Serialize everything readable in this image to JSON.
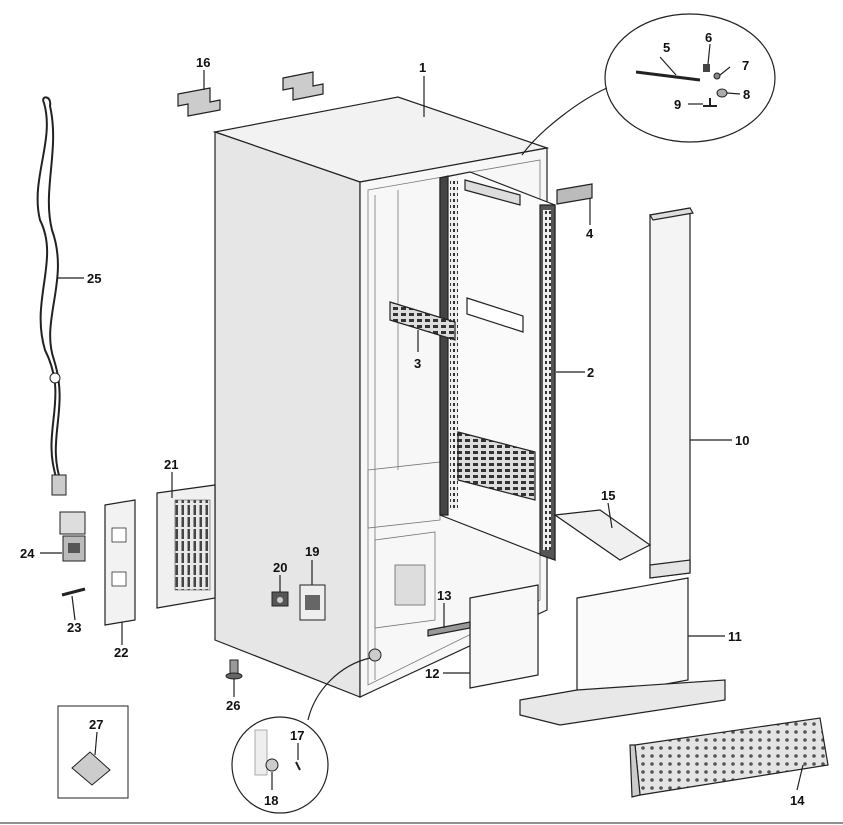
{
  "diagram": {
    "callouts": [
      {
        "id": "1",
        "label": "1"
      },
      {
        "id": "2",
        "label": "2"
      },
      {
        "id": "3",
        "label": "3"
      },
      {
        "id": "4",
        "label": "4"
      },
      {
        "id": "5",
        "label": "5"
      },
      {
        "id": "6",
        "label": "6"
      },
      {
        "id": "7",
        "label": "7"
      },
      {
        "id": "8",
        "label": "8"
      },
      {
        "id": "9",
        "label": "9"
      },
      {
        "id": "10",
        "label": "10"
      },
      {
        "id": "11",
        "label": "11"
      },
      {
        "id": "12",
        "label": "12"
      },
      {
        "id": "13",
        "label": "13"
      },
      {
        "id": "14",
        "label": "14"
      },
      {
        "id": "15",
        "label": "15"
      },
      {
        "id": "16",
        "label": "16"
      },
      {
        "id": "17",
        "label": "17"
      },
      {
        "id": "18",
        "label": "18"
      },
      {
        "id": "19",
        "label": "19"
      },
      {
        "id": "20",
        "label": "20"
      },
      {
        "id": "21",
        "label": "21"
      },
      {
        "id": "22",
        "label": "22"
      },
      {
        "id": "23",
        "label": "23"
      },
      {
        "id": "24",
        "label": "24"
      },
      {
        "id": "25",
        "label": "25"
      },
      {
        "id": "26",
        "label": "26"
      },
      {
        "id": "27",
        "label": "27"
      }
    ]
  }
}
